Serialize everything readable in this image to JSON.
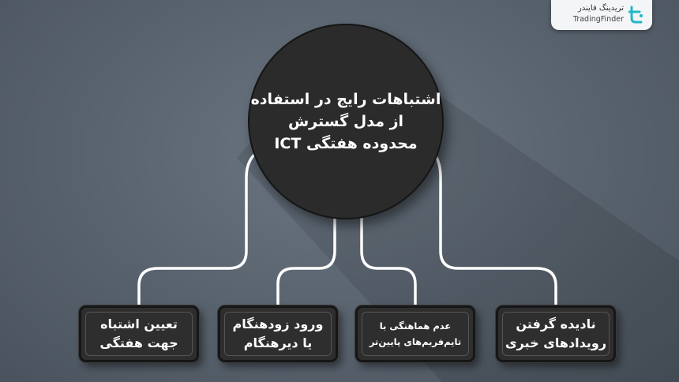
{
  "brand": {
    "name_fa": "تریدینگ فایندر",
    "name_en": "TradingFinder"
  },
  "center": {
    "line1": "اشتباهات رایج در استفاده",
    "line2": "از مدل گسترش",
    "line3": "محدوده هفتگی ICT"
  },
  "boxes": [
    {
      "line1": "تعیین اشتباه",
      "line2": "جهت هفتگی"
    },
    {
      "line1": "ورود زودهنگام",
      "line2": "یا دیرهنگام"
    },
    {
      "line1": "عدم هماهنگی با",
      "line2": "تایم‌فریم‌های پایین‌تر"
    },
    {
      "line1": "نادیده گرفتن",
      "line2": "رویدادهای خبری"
    }
  ],
  "colors": {
    "background": "#58626d",
    "node_fill": "#2b2b2b",
    "connector": "#ffffff",
    "text": "#ffffff"
  }
}
